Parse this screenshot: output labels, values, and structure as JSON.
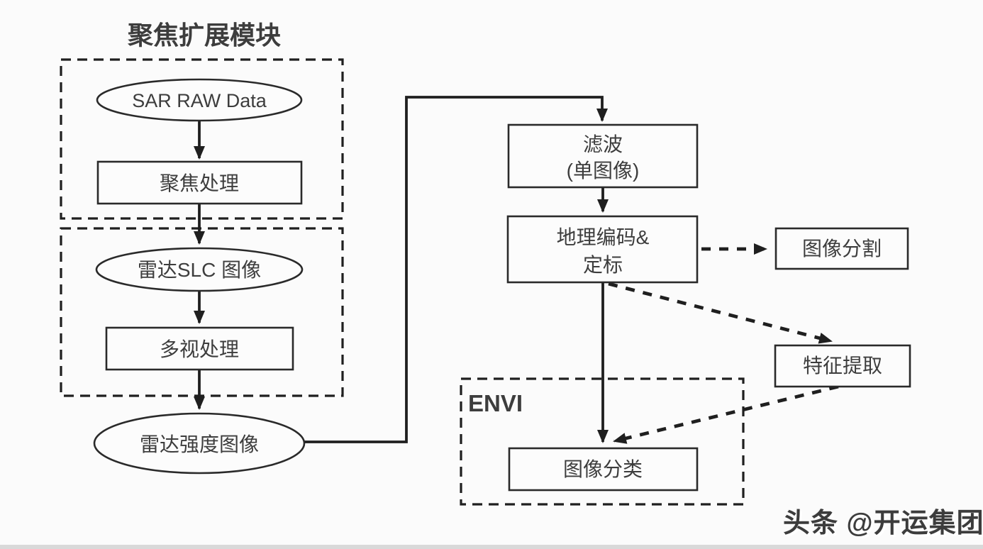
{
  "canvas": {
    "background": "#fbfbfb",
    "ink": "#1f1f1f",
    "text_color": "#3d3d3d"
  },
  "groups": {
    "focus_module": {
      "label": "聚焦扩展模块"
    },
    "envi": {
      "label": "ENVI"
    }
  },
  "nodes": {
    "sar_raw_data": {
      "shape": "ellipse",
      "label": "SAR RAW Data"
    },
    "focus_processing": {
      "shape": "rect",
      "label": "聚焦处理"
    },
    "radar_slc_image": {
      "shape": "ellipse",
      "label": "雷达SLC 图像"
    },
    "multilook_processing": {
      "shape": "rect",
      "label": "多视处理"
    },
    "radar_intensity_image": {
      "shape": "ellipse",
      "label": "雷达强度图像"
    },
    "filtering": {
      "shape": "rect",
      "line1": "滤波",
      "line2": "(单图像)"
    },
    "geocoding_calibration": {
      "shape": "rect",
      "line1": "地理编码&",
      "line2": "定标"
    },
    "image_segmentation": {
      "shape": "rect",
      "label": "图像分割"
    },
    "feature_extraction": {
      "shape": "rect",
      "label": "特征提取"
    },
    "image_classification": {
      "shape": "rect",
      "label": "图像分类"
    }
  },
  "edges": [
    {
      "from": "sar_raw_data",
      "to": "focus_processing",
      "style": "solid"
    },
    {
      "from": "focus_processing",
      "to": "radar_slc_image",
      "style": "solid"
    },
    {
      "from": "radar_slc_image",
      "to": "multilook_processing",
      "style": "solid"
    },
    {
      "from": "multilook_processing",
      "to": "radar_intensity_image",
      "style": "solid"
    },
    {
      "from": "radar_intensity_image",
      "to": "filtering",
      "style": "solid"
    },
    {
      "from": "filtering",
      "to": "geocoding_calibration",
      "style": "solid"
    },
    {
      "from": "geocoding_calibration",
      "to": "image_segmentation",
      "style": "dashed"
    },
    {
      "from": "geocoding_calibration",
      "to": "feature_extraction",
      "style": "dashed"
    },
    {
      "from": "geocoding_calibration",
      "to": "image_classification",
      "style": "solid"
    },
    {
      "from": "feature_extraction",
      "to": "image_classification",
      "style": "dashed"
    }
  ],
  "watermark": {
    "text": "头条 @开运集团"
  }
}
